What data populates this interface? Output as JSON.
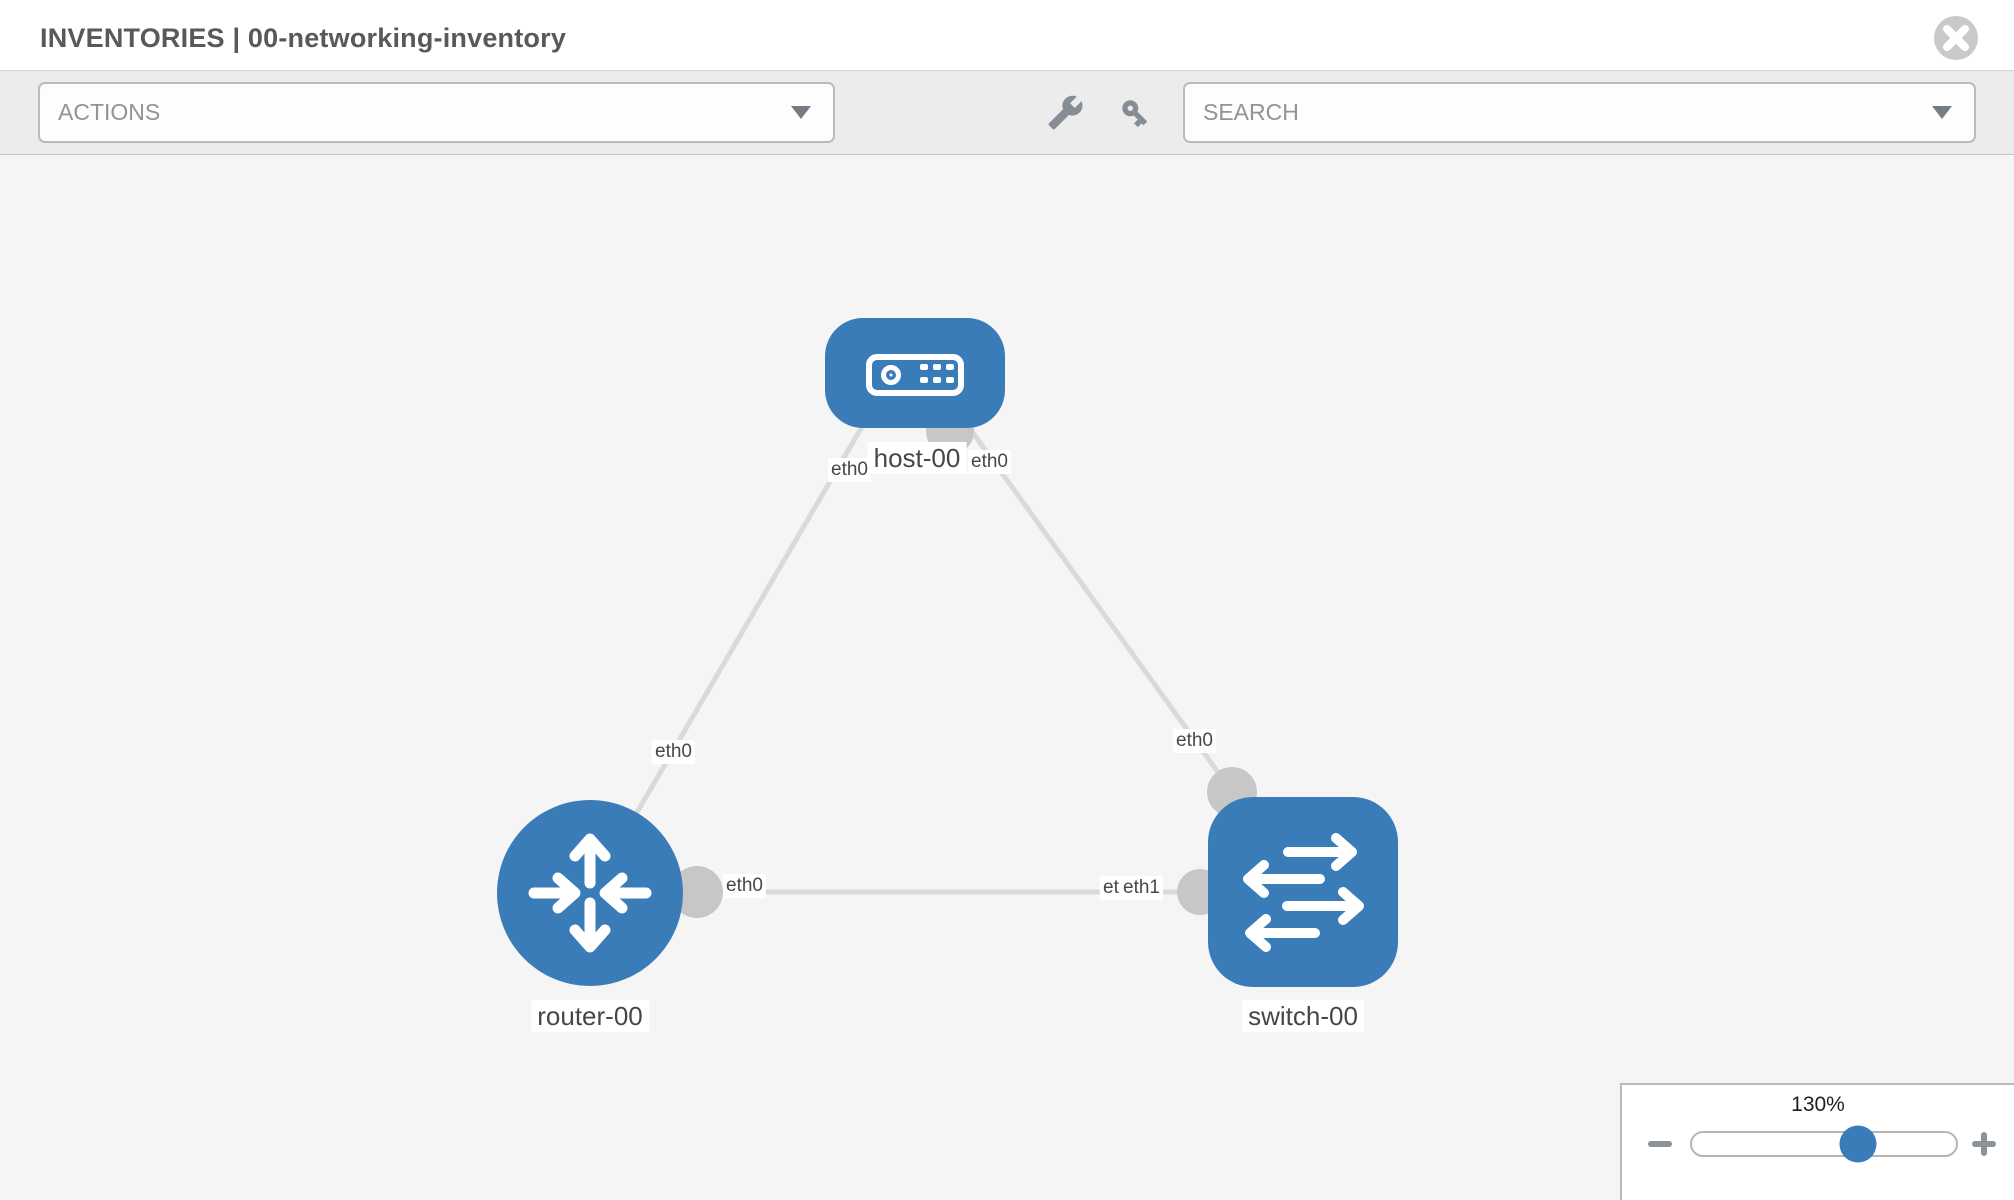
{
  "header": {
    "title": "INVENTORIES | 00-networking-inventory"
  },
  "toolbar": {
    "actions_label": "ACTIONS",
    "search_placeholder": "SEARCH"
  },
  "topology": {
    "nodes": [
      {
        "id": "host-00",
        "label": "host-00",
        "type": "host",
        "icon": "host-icon",
        "shape": "rounded-rect",
        "color": "#3a7cb8"
      },
      {
        "id": "router-00",
        "label": "router-00",
        "type": "router",
        "icon": "router-icon",
        "shape": "circle",
        "color": "#3a7cb8"
      },
      {
        "id": "switch-00",
        "label": "switch-00",
        "type": "switch",
        "icon": "switch-icon",
        "shape": "rounded-square",
        "color": "#3a7cb8"
      }
    ],
    "links": [
      {
        "from": "host-00",
        "to": "router-00",
        "from_interface": "eth0",
        "to_interface": "eth0"
      },
      {
        "from": "host-00",
        "to": "switch-00",
        "from_interface": "eth0",
        "to_interface": "eth0"
      },
      {
        "from": "router-00",
        "to": "switch-00",
        "from_interface": "eth0",
        "to_interface": "eth1"
      }
    ],
    "interface_labels": [
      {
        "text": "eth0"
      },
      {
        "text": "eth0"
      },
      {
        "text": "eth0"
      },
      {
        "text": "eth0"
      },
      {
        "text": "eth0"
      },
      {
        "text": "eth0"
      },
      {
        "text": "eth1"
      }
    ],
    "colors": {
      "node_blue": "#3a7cb8",
      "link_gray": "#dadada",
      "interface_dot_gray": "#c7c7c7",
      "canvas_bg": "#f5f5f6",
      "label_text": "#474747"
    }
  },
  "zoom": {
    "level": "130%",
    "percent": 63
  }
}
